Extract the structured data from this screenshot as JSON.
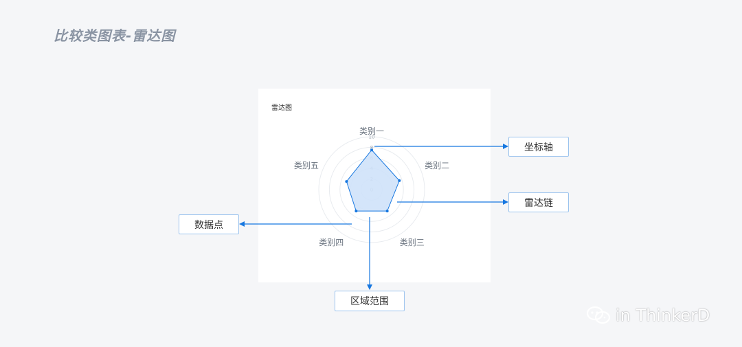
{
  "page": {
    "title": "比较类图表-雷达图"
  },
  "card": {
    "title": "雷达图"
  },
  "callouts": {
    "axis": "坐标轴",
    "chain": "雷达链",
    "point": "数据点",
    "area": "区域范围"
  },
  "watermark": {
    "text": "in ThinkerD"
  },
  "colors": {
    "accent": "#1677e0",
    "fill": "#cfe2fa",
    "grid": "#e8ebef",
    "tick": "#9aa3ae",
    "label": "#6b7480"
  },
  "chart_data": {
    "type": "radar",
    "title": "雷达图",
    "categories": [
      "类别一",
      "类别二",
      "类别三",
      "类别四",
      "类别五"
    ],
    "series": [
      {
        "values": [
          7.5,
          5.5,
          5.0,
          5.0,
          5.0
        ]
      }
    ],
    "rmax": 10,
    "ticks": [
      "0",
      "2",
      "4",
      "6",
      "8",
      "10"
    ],
    "grid": true
  }
}
